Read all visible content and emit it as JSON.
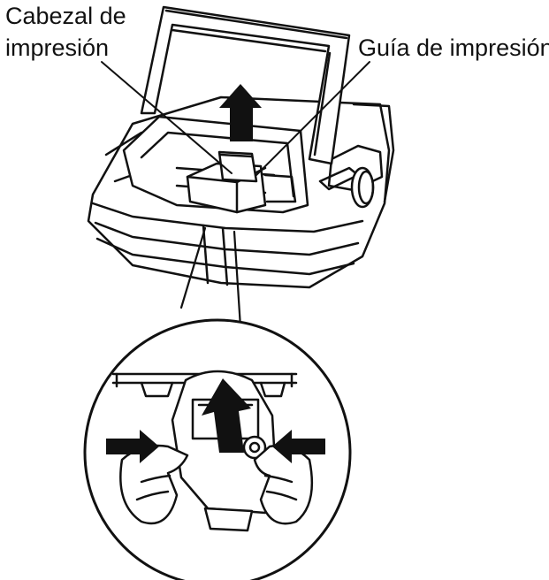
{
  "labels": {
    "print_head_line1": "Cabezal de",
    "print_head_line2": "impresión",
    "print_guide": "Guía de impresión"
  },
  "colors": {
    "ink": "#111111",
    "paper": "#ffffff"
  },
  "icons": {
    "up_arrow": "arrow-up-icon",
    "side_arrows": "arrow-right-icon / arrow-left-icon"
  }
}
